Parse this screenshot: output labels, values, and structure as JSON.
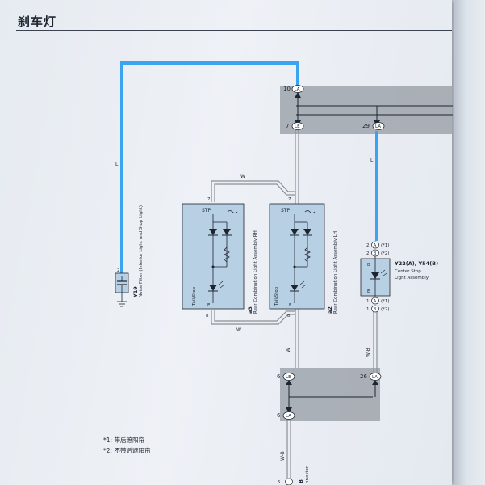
{
  "page": {
    "title": "刹车灯"
  },
  "junction_top": {
    "pin_in": "10",
    "conn_in": "LA",
    "pin_out_left": "7",
    "conn_out_left": "LE",
    "pin_out_right": "29",
    "conn_out_right": "LA"
  },
  "junction_bottom": {
    "pin_left_top": "6",
    "conn_left_top": "LE",
    "pin_right_top": "26",
    "conn_right_top": "LA",
    "pin_left_bottom": "6",
    "conn_left_bottom": "LA"
  },
  "wires": {
    "l_left": "L",
    "l_right": "L",
    "w_top": "W",
    "w_bottom": "W",
    "w_mid": "W",
    "wb_right": "W-B",
    "wb_bottom": "W-B"
  },
  "noise_filter": {
    "code": "Y19",
    "name": "Noise Filter (Interior Light and Stop Light)",
    "pin": "2"
  },
  "rear_rh": {
    "code": "a3",
    "name": "Rear Combination Light Assembly RH",
    "pin_top": "7",
    "pin_bottom": "8",
    "stp": "STP",
    "tail": "Tail/Stop",
    "e": "E"
  },
  "rear_lh": {
    "code": "a2",
    "name": "Rear Combination Light Assembly LH",
    "pin_top": "7",
    "pin_bottom": "8",
    "stp": "STP",
    "tail": "Tail/Stop",
    "e": "E"
  },
  "center_stop": {
    "code": "Y22(A), Y54(B)",
    "name_line1": "Center Stop",
    "name_line2": "Light Assembly",
    "b": "B",
    "e": "E",
    "top_pins": [
      {
        "num": "2",
        "conn": "A",
        "note": "(*1)"
      },
      {
        "num": "2",
        "conn": "B",
        "note": "(*2)"
      }
    ],
    "bottom_pins": [
      {
        "num": "1",
        "conn": "A",
        "note": "(*1)"
      },
      {
        "num": "1",
        "conn": "B",
        "note": "(*2)"
      }
    ]
  },
  "bottom_connector": {
    "pin": "5",
    "conn": "B",
    "label_fragment": "nnector"
  },
  "notes": [
    {
      "marker": "*1:",
      "text": "带后遮阳帘"
    },
    {
      "marker": "*2:",
      "text": "不带后遮阳帘"
    }
  ],
  "colors": {
    "highlight_wire": "#3aa4f0",
    "component_fill": "#b7d0e3",
    "junction_fill": "#9fa4ab",
    "ink": "#1e2430"
  }
}
